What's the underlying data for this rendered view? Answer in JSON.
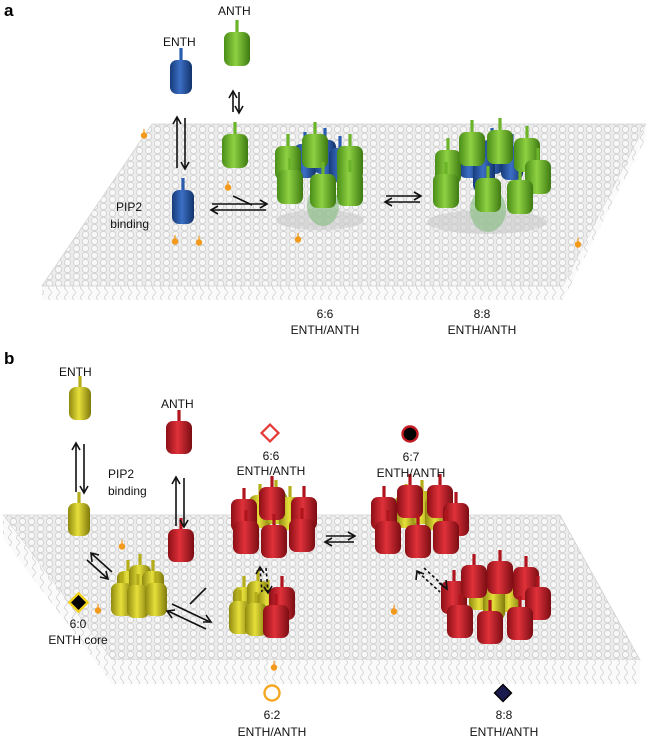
{
  "panel_a": {
    "letter": "a",
    "enth_label": "ENTH",
    "anth_label": "ANTH",
    "pip2_line1": "PIP2",
    "pip2_line2": "binding",
    "complex_66_ratio": "6:6",
    "complex_66_name": "ENTH/ANTH",
    "complex_88_ratio": "8:8",
    "complex_88_name": "ENTH/ANTH"
  },
  "panel_b": {
    "letter": "b",
    "enth_label": "ENTH",
    "anth_label": "ANTH",
    "pip2_line1": "PIP2",
    "pip2_line2": "binding",
    "core_ratio": "6:0",
    "core_name": "ENTH core",
    "complex_62_ratio": "6:2",
    "complex_62_name": "ENTH/ANTH",
    "complex_66_ratio": "6:6",
    "complex_66_name": "ENTH/ANTH",
    "complex_67_ratio": "6:7",
    "complex_67_name": "ENTH/ANTH",
    "complex_88_ratio": "8:8",
    "complex_88_name": "ENTH/ANTH"
  },
  "colors": {
    "enth_a": "#1f4e9c",
    "anth_a": "#6cb52a",
    "enth_b": "#c9c221",
    "anth_b": "#c41a22",
    "pip2": "#f39a1c",
    "membrane": "#e4e4e4",
    "symbol_66": "#e53935",
    "symbol_62": "#f5a623",
    "symbol_88": "#1a1a4e"
  }
}
